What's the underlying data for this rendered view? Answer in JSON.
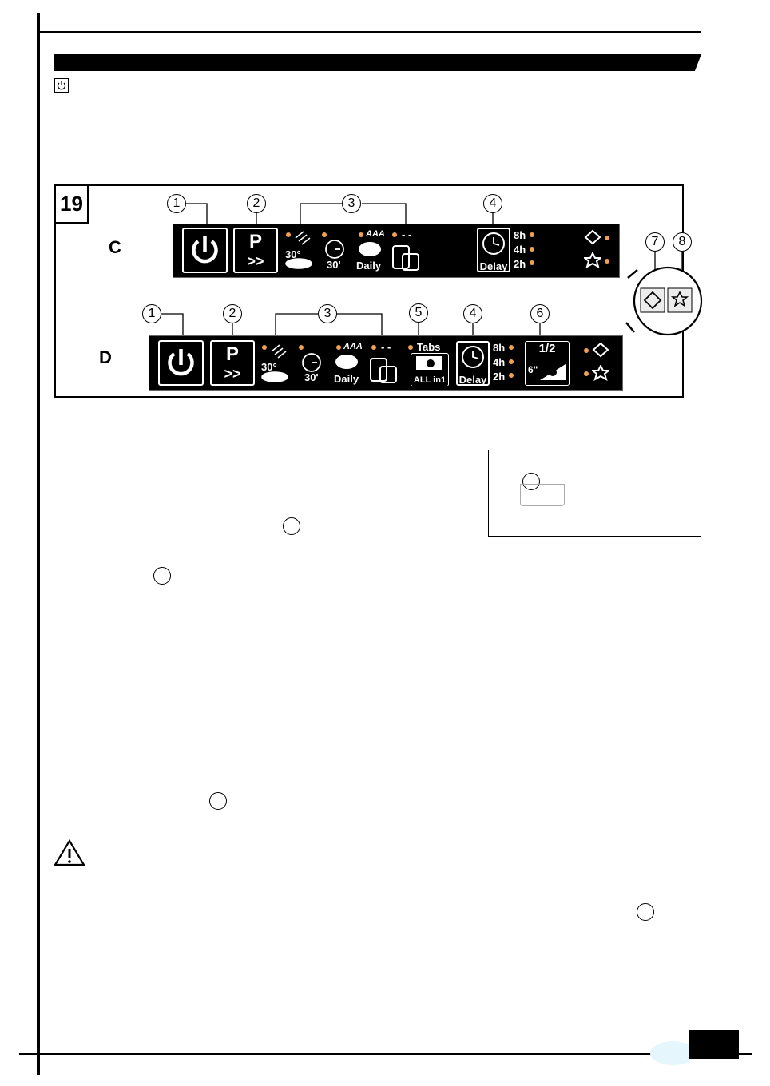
{
  "figure": {
    "number": "19",
    "rows": [
      {
        "label": "C",
        "callouts": [
          "1",
          "2",
          "3",
          "4"
        ]
      },
      {
        "label": "D",
        "callouts": [
          "1",
          "2",
          "3",
          "5",
          "4",
          "6"
        ]
      }
    ],
    "side_callouts": [
      "7",
      "8"
    ]
  },
  "panel": {
    "program_key": "P",
    "program_arrows": ">>",
    "temp_30": "30°",
    "timer_30": "30'",
    "aaa": "AAA",
    "daily": "Daily",
    "dash": "- -",
    "delay": "Delay",
    "hours": [
      "8h",
      "4h",
      "2h"
    ],
    "tabs": "Tabs",
    "all_in_one": "ALL in1",
    "half": "1/2",
    "six": "6\""
  },
  "colors": {
    "led": "#f0a050",
    "panel": "#000000"
  },
  "icons": [
    "power-icon",
    "program-icon",
    "prewash-icon",
    "timer-icon",
    "piggy-icon",
    "pot-icon",
    "clock-icon",
    "salt-icon",
    "rinse-aid-icon",
    "tablet-icon",
    "half-load-icon",
    "warning-icon"
  ]
}
